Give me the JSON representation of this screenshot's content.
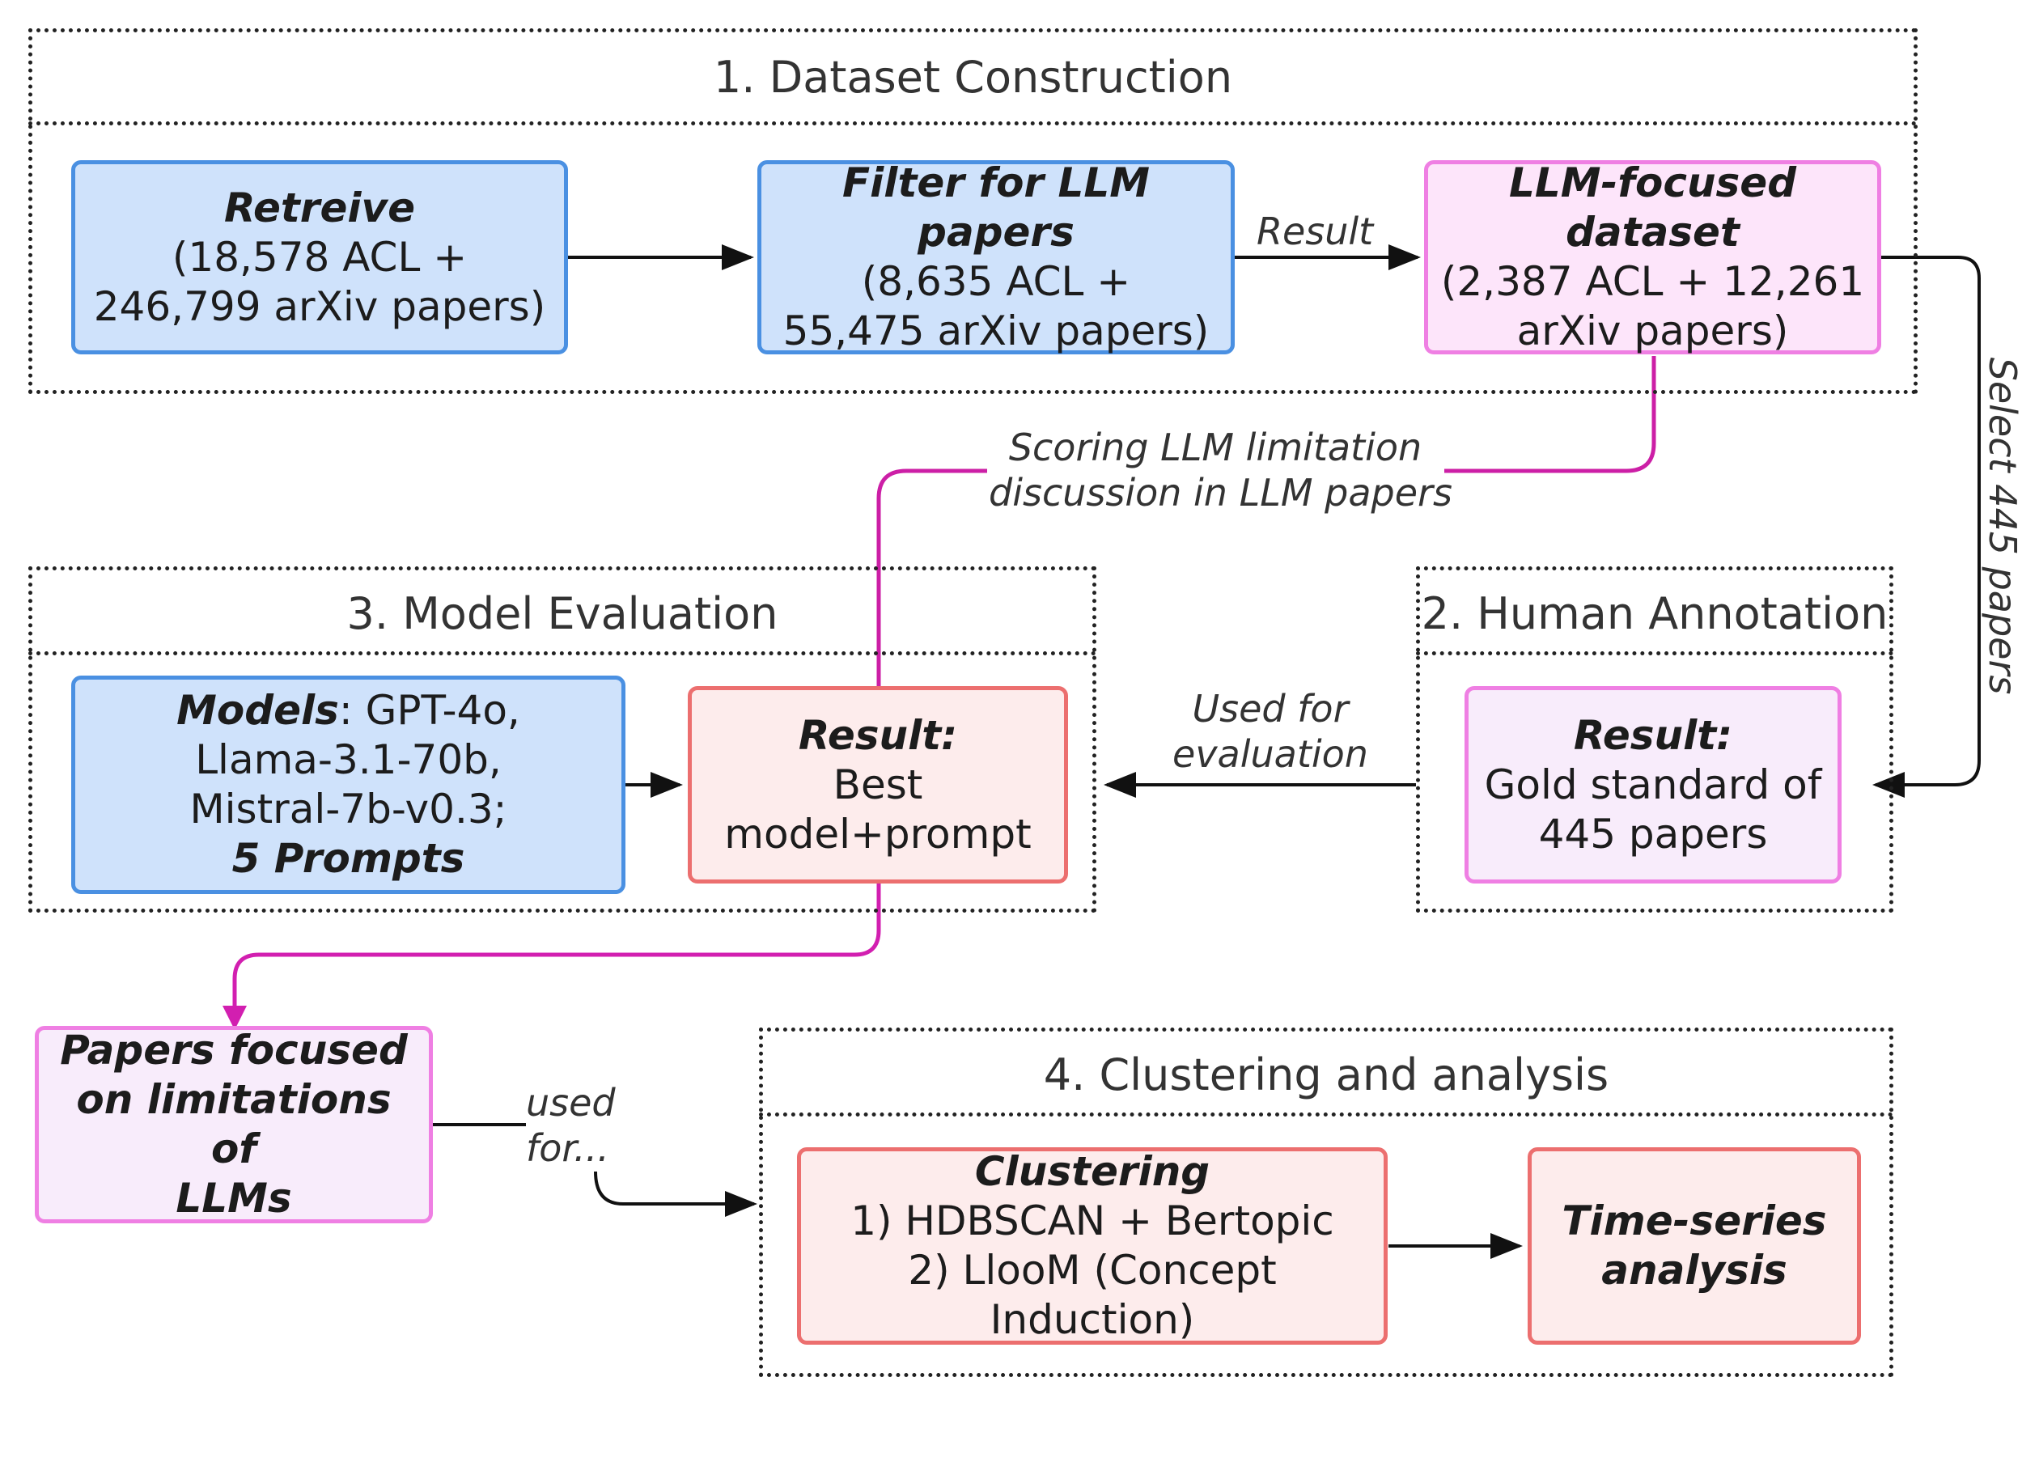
{
  "groups": {
    "g1": "1. Dataset Construction",
    "g2": "2. Human Annotation",
    "g3": "3. Model Evaluation",
    "g4": "4. Clustering and analysis"
  },
  "boxes": {
    "retrieve": {
      "title": "Retreive",
      "line1": "(18,578 ACL +",
      "line2": "246,799 arXiv papers)"
    },
    "filter": {
      "title": "Filter for LLM papers",
      "line1": "(8,635 ACL +",
      "line2": "55,475 arXiv papers)"
    },
    "llm_dataset": {
      "title": "LLM-focused dataset",
      "line1": "(2,387 ACL + 12,261",
      "line2": "arXiv papers)"
    },
    "models": {
      "title": "Models",
      "rest": ": GPT-4o,",
      "line2": "Llama-3.1-70b,",
      "line3": "Mistral-7b-v0.3;",
      "prompts": "5 Prompts"
    },
    "eval_result": {
      "title": "Result:",
      "line1": "Best",
      "line2": "model+prompt"
    },
    "gold": {
      "title": "Result:",
      "line1": "Gold standard of",
      "line2": "445 papers"
    },
    "papers_focused": {
      "line1": "Papers focused",
      "line2": "on limitations of",
      "line3": "LLMs"
    },
    "clustering": {
      "title": "Clustering",
      "line1": "1) HDBSCAN + Bertopic",
      "line2": "2) LlooM (Concept Induction)"
    },
    "timeseries": {
      "line1": "Time-series",
      "line2": "analysis"
    }
  },
  "edge_labels": {
    "result": "Result",
    "scoring_1": "Scoring LLM limitation",
    "scoring_2": "discussion in LLM papers",
    "select": "Select 445 papers",
    "used_eval_1": "Used for",
    "used_eval_2": "evaluation",
    "used_for_1": "used",
    "used_for_2": "for..."
  },
  "colors": {
    "blue_fill": "#cfe2fb",
    "blue_border": "#4a90e2",
    "pink_fill": "#fde5fa",
    "pink_border": "#ef7fe3",
    "red_fill": "#fdecec",
    "red_border": "#ec6f6f",
    "magenta_line": "#cc1fa6"
  }
}
